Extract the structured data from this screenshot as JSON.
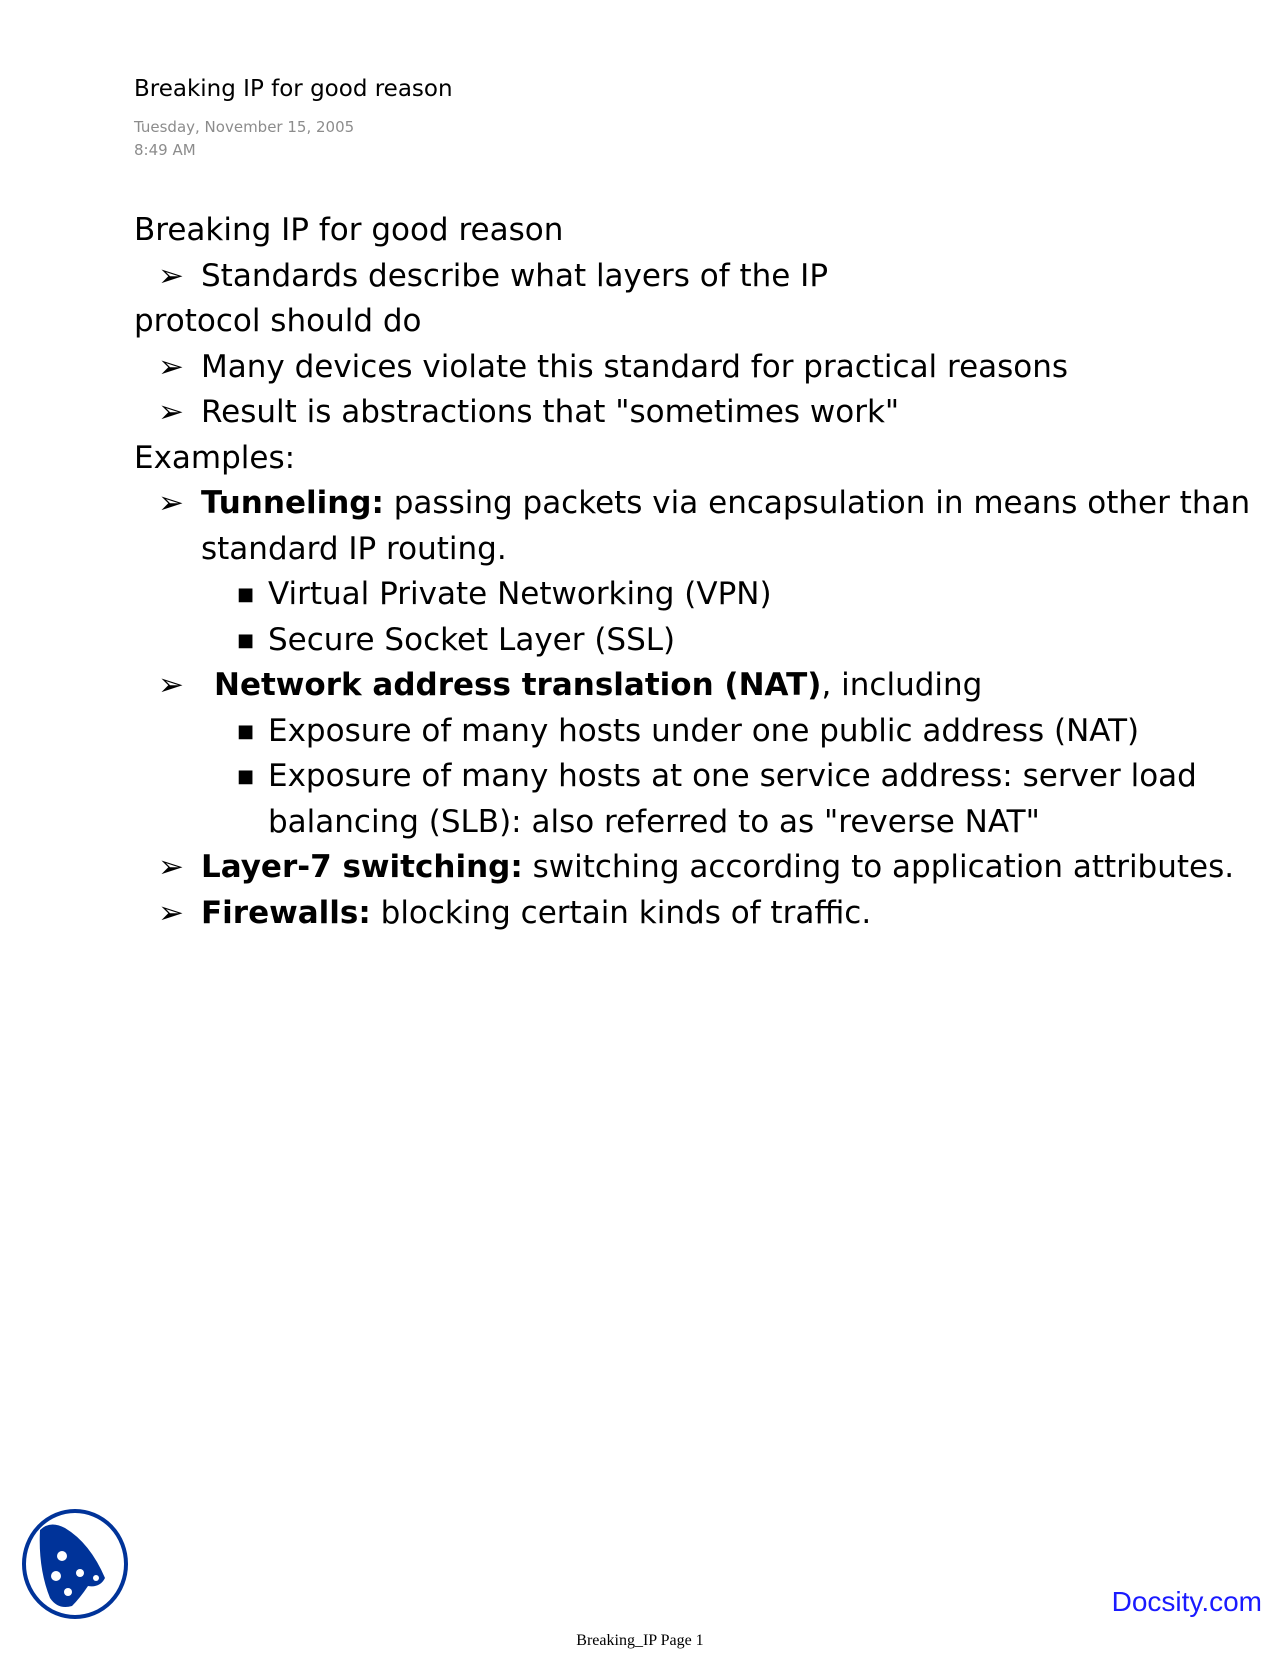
{
  "header": {
    "title": "Breaking IP for good reason",
    "date": "Tuesday, November 15, 2005",
    "time": "8:49 AM"
  },
  "body": {
    "heading": "Breaking IP for good reason",
    "intro_bullet_1a": "Standards describe what layers of the IP",
    "intro_bullet_1b": "protocol should do",
    "intro_bullet_2": "Many devices violate this standard for practical reasons",
    "intro_bullet_3": "Result is abstractions that \"sometimes work\"",
    "examples_label": "Examples:",
    "tunneling_term": "Tunneling:",
    "tunneling_text": " passing packets via encapsulation in means other than standard IP routing.",
    "tunneling_sub": [
      "Virtual Private Networking (VPN)",
      "Secure Socket Layer (SSL)"
    ],
    "nat_term": "Network address translation (NAT)",
    "nat_text": ", including",
    "nat_sub": [
      "Exposure of many hosts under one public address (NAT)",
      "Exposure of many hosts at one service address: server load balancing (SLB): also referred to as \"reverse NAT\""
    ],
    "l7_term": "Layer-7 switching:",
    "l7_text": " switching according to application attributes.",
    "fw_term": "Firewalls:",
    "fw_text": " blocking certain kinds of traffic."
  },
  "footer": {
    "page_label": "Breaking_IP Page 1",
    "brand": "Docsity.com"
  },
  "colors": {
    "brand": "#1a1aff",
    "logo": "#003399"
  }
}
